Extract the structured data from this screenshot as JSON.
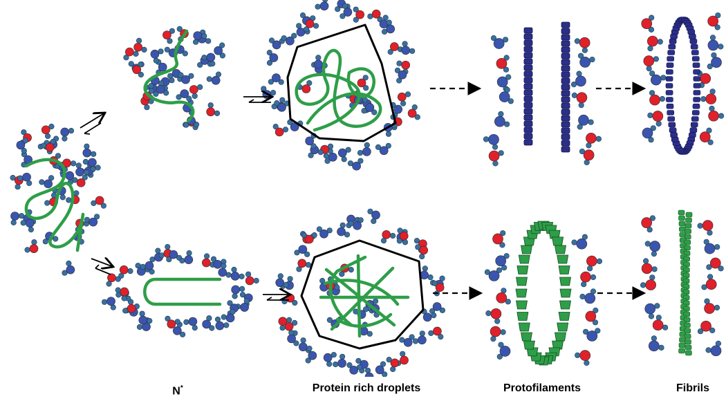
{
  "labels": {
    "nstar": "N",
    "nstar_sup": "*",
    "droplets": "Protein  rich droplets",
    "protofilaments": "Protofilaments",
    "fibrils": "Fibrils"
  },
  "colors": {
    "chain": "#2e9e48",
    "water_oxygen_red": "#e0202a",
    "water_oxygen_blue": "#3a55b0",
    "hydrogen": "#3a6f9e",
    "filament_blue": "#2b2f8a",
    "filament_green": "#2e9e48",
    "droplet_outline": "#000000"
  },
  "icons": {
    "water": "water-molecule-icon",
    "equilibrium": "equilibrium-arrow-icon",
    "dashed": "dashed-arrow-icon"
  }
}
